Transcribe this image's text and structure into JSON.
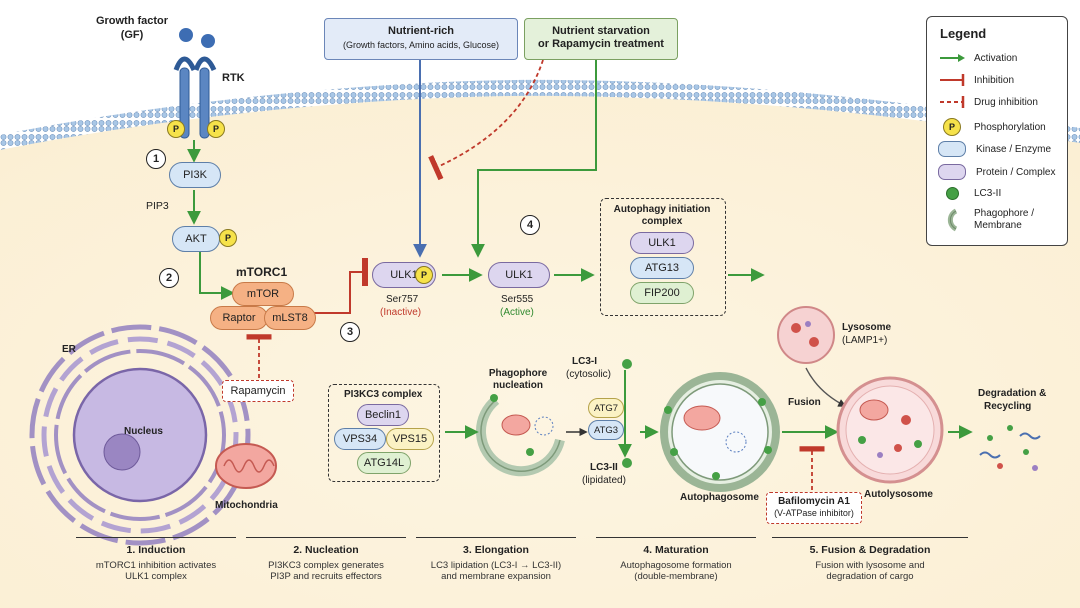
{
  "top": {
    "growth_factor": "Growth factor (GF)",
    "rtk": "RTK",
    "nutrient_rich_title": "Nutrient-rich",
    "nutrient_rich_sub": "(Growth factors, Amino acids, Glucose)",
    "starvation_line1": "Nutrient starvation",
    "starvation_line2": "or Rapamycin treatment"
  },
  "pathway": {
    "step1": "1",
    "step2": "2",
    "step3": "3",
    "step4": "4",
    "pi3k": "PI3K",
    "pip3": "PIP3",
    "akt": "AKT",
    "p": "P",
    "mtorc1": "mTORC1",
    "mtor": "mTOR",
    "raptor": "Raptor",
    "mlst8": "mLST8",
    "rapamycin": "Rapamycin",
    "ulk1": "ULK1",
    "ser757": "Ser757",
    "inactive": "(Inactive)",
    "ser555": "Ser555",
    "active": "(Active)",
    "init_complex_title": "Autophagy initiation complex",
    "atg13": "ATG13",
    "fip200": "FIP200"
  },
  "cell": {
    "er": "ER",
    "nucleus": "Nucleus",
    "mitochondria": "Mitochondria",
    "pi3kc3_title": "PI3KC3 complex",
    "beclin1": "Beclin1",
    "vps34": "VPS34",
    "vps15": "VPS15",
    "atg14l": "ATG14L",
    "phagophore_nucleation": "Phagophore nucleation",
    "lc3i": "LC3-I",
    "cytosolic": "(cytosolic)",
    "atg7": "ATG7",
    "atg3": "ATG3",
    "lc3ii": "LC3-II",
    "lipidated": "(lipidated)",
    "autophagosome": "Autophagosome",
    "lysosome": "Lysosome",
    "lamp1": "(LAMP1+)",
    "fusion": "Fusion",
    "autolysosome": "Autolysosome",
    "degradation": "Degradation &",
    "recycling": "Recycling",
    "bafilomycin": "Bafilomycin A1",
    "vatpase": "(V-ATPase inhibitor)"
  },
  "stages": [
    {
      "title": "1. Induction",
      "desc1": "mTORC1 inhibition activates",
      "desc2": "ULK1 complex"
    },
    {
      "title": "2. Nucleation",
      "desc1": "PI3KC3 complex generates",
      "desc2": "PI3P and recruits effectors"
    },
    {
      "title": "3. Elongation",
      "desc1": "LC3 lipidation (LC3-I → LC3-II)",
      "desc2": "and membrane expansion"
    },
    {
      "title": "4. Maturation",
      "desc1": "Autophagosome formation",
      "desc2": "(double-membrane)"
    },
    {
      "title": "5. Fusion & Degradation",
      "desc1": "Fusion with lysosome and",
      "desc2": "degradation of cargo"
    }
  ],
  "legend": {
    "title": "Legend",
    "activation": "Activation",
    "inhibition": "Inhibition",
    "drug_inhibition": "Drug inhibition",
    "phosphorylation": "Phosphorylation",
    "kinase": "Kinase / Enzyme",
    "protein": "Protein / Complex",
    "lc3ii": "LC3-II",
    "phagophore1": "Phagophore /",
    "phagophore2": "Membrane"
  }
}
